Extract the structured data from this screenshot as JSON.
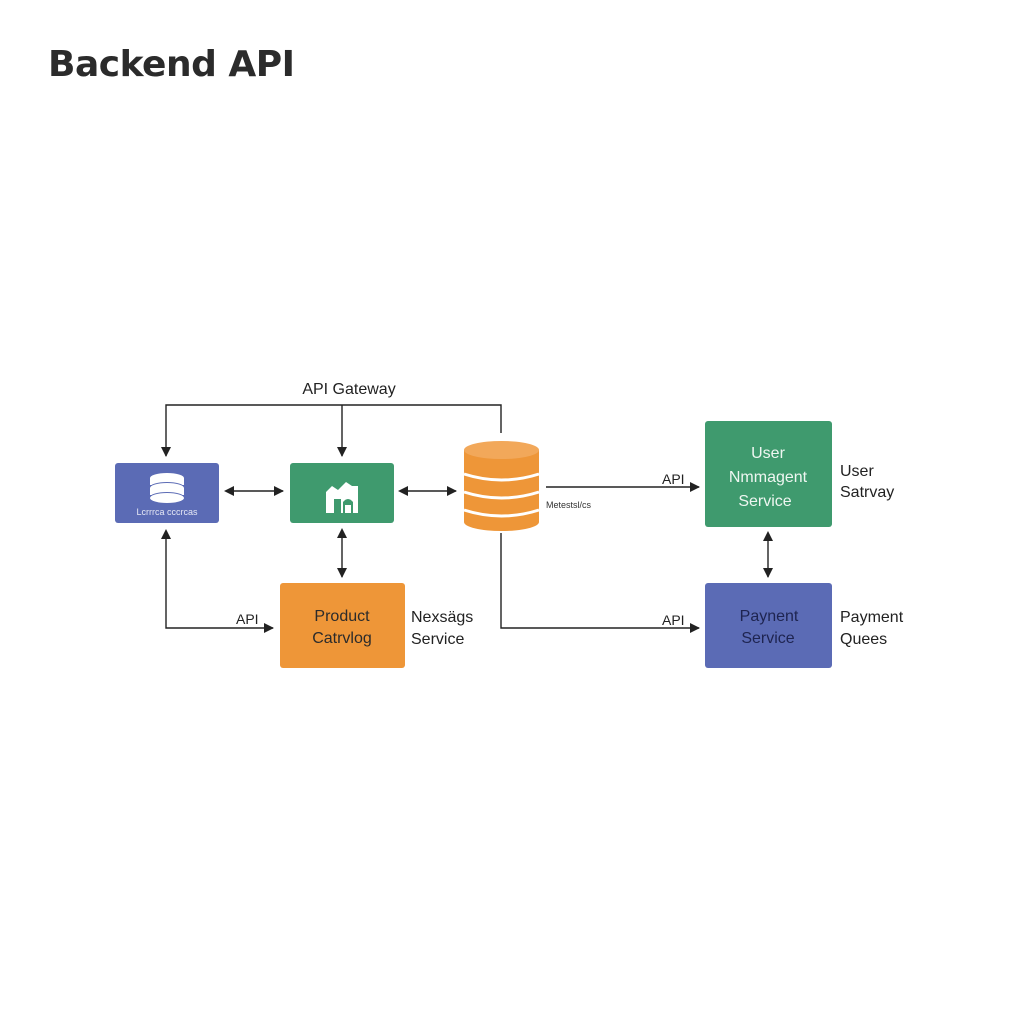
{
  "title": "Backend API",
  "colors": {
    "blue": "#5b6bb5",
    "green": "#3f9a6e",
    "orange": "#ee9638",
    "line": "#222222"
  },
  "gateway_label": "API Gateway",
  "nodes": {
    "db_box": {
      "caption": "Lcrrrca cccrcas",
      "icon": "database-icon",
      "color": "blue"
    },
    "gateway_box": {
      "icon": "gateway-icon",
      "color": "green"
    },
    "cache_cylinder": {
      "icon": "database-cylinder-icon",
      "color": "orange",
      "side_label": "Metestsl/cs"
    },
    "product_catalog": {
      "line1": "Product",
      "line2": "Catrvlog",
      "color": "orange",
      "side_line1": "Nexsägs",
      "side_line2": "Service"
    },
    "user_management": {
      "line1": "User",
      "line2": "Nmmagent",
      "line3": "Service",
      "color": "green",
      "side_line1": "User",
      "side_line2": "Satrvay"
    },
    "payment_service": {
      "line1": "Paynent",
      "line2": "Service",
      "color": "blue",
      "side_line1": "Payment",
      "side_line2": "Quees"
    }
  },
  "edge_labels": {
    "to_product_catalog": "API",
    "to_user_management": "API",
    "to_payment_service": "API"
  }
}
